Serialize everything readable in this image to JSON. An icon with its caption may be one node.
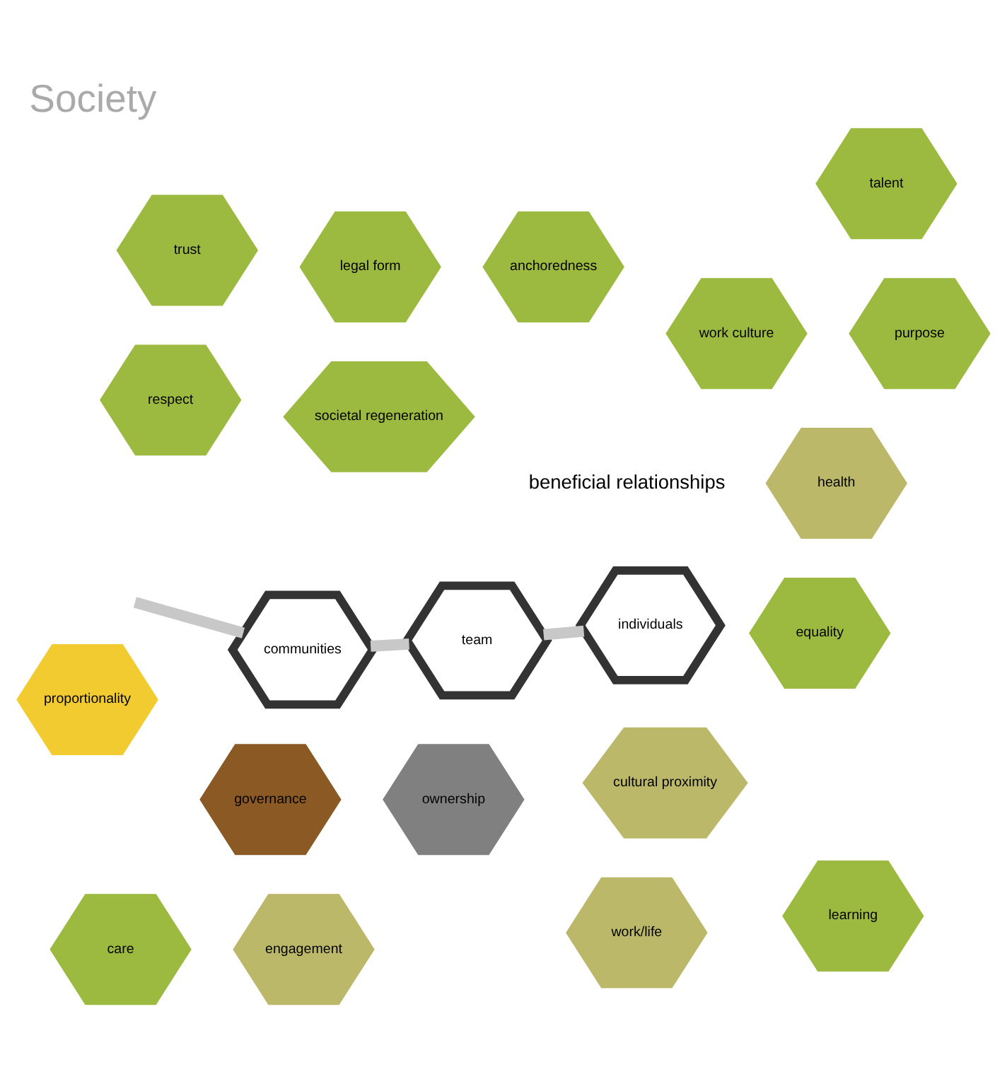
{
  "diagram": {
    "title": "Society",
    "nodes": [
      {
        "text": [
          "work culture"
        ]
      },
      {
        "text": [
          "governance"
        ]
      },
      {
        "text": [
          "ownership"
        ]
      },
      {
        "text": [
          "anchoredness"
        ]
      },
      {
        "text": [
          "team"
        ]
      },
      {
        "text": [
          "legal form"
        ]
      },
      {
        "text": [
          "equality"
        ]
      },
      {
        "text": [
          "trust"
        ]
      },
      {
        "text": [
          "health"
        ]
      },
      {
        "text": [
          "respect"
        ]
      },
      {
        "text": [
          "learning"
        ]
      },
      {
        "text": [
          "societal regeneration"
        ]
      },
      {
        "text": [
          "individuals"
        ]
      },
      {
        "text": [
          "communities"
        ]
      },
      {
        "text": [
          "work/life"
        ]
      },
      {
        "text": [
          "talent"
        ]
      },
      {
        "text": [
          "cultural proximity"
        ]
      },
      {
        "text": [
          "care"
        ]
      },
      {
        "text": [
          "engagement"
        ]
      },
      {
        "text": [
          "purpose"
        ]
      },
      {
        "text": [
          "proportionality"
        ]
      }
    ],
    "edges": [
      {
        "from": 4,
        "to": 12,
        "arrow": "none"
      },
      {
        "from": 4,
        "to": 13,
        "arrow": "none"
      },
      {
        "from": 13,
        "to": null,
        "arrow": "none"
      }
    ],
    "labels": [
      "beneficial relationships"
    ]
  }
}
